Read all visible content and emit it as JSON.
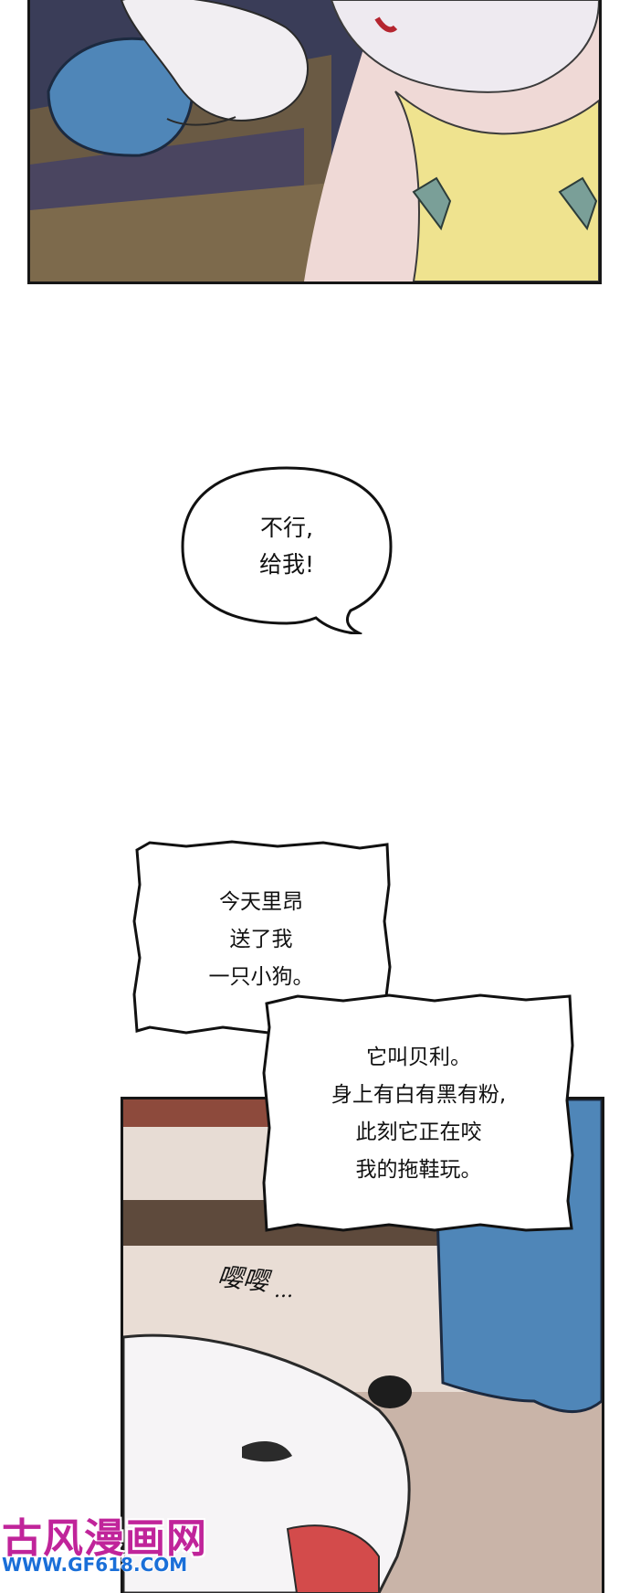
{
  "speech_bubble": {
    "lines": [
      "不行,",
      "给我!"
    ]
  },
  "caption_1": {
    "lines": [
      "今天里昂",
      "送了我",
      "一只小狗。"
    ]
  },
  "caption_2": {
    "lines": [
      "它叫贝利。",
      "身上有白有黑有粉,",
      "此刻它正在咬",
      "我的拖鞋玩。"
    ]
  },
  "sfx": {
    "text": "嘤嘤",
    "dots": "..."
  },
  "watermark": {
    "title": "古风漫画网",
    "url": "WWW.GF618.COM"
  }
}
